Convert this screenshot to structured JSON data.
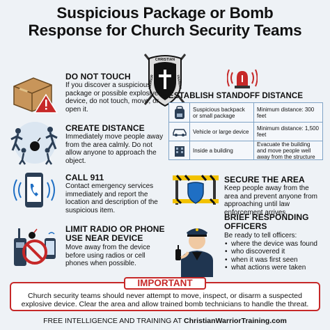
{
  "title": {
    "line1": "Suspicious Package or Bomb",
    "line2": "Response for Church Security Teams"
  },
  "logo": {
    "text_top": "CHRISTIAN",
    "text_left": "WARRIOR",
    "text_right": "TRAINING"
  },
  "sections": {
    "do_not_touch": {
      "title": "DO NOT TOUCH",
      "body": "If you discover a suspicious package or possible explosive device, do not touch, move, or open it."
    },
    "create_distance": {
      "title": "CREATE DISTANCE",
      "body": "Immediately move people away from the area calmly. Do not allow anyone to approach the object."
    },
    "call_911": {
      "title": "CALL 911",
      "body": "Contact emergency services immediately and report the location and description of the suspicious item."
    },
    "limit_radio": {
      "title_line1": "LIMIT RADIO OR PHONE",
      "title_line2": "USE NEAR DEVICE",
      "body": "Move away from the device before using radios or cell phones when possible."
    },
    "standoff": {
      "title": "ESTABLISH STANDOFF DISTANCE",
      "rows": [
        {
          "label": "Suspicious backpack or small package",
          "value": "Minimum distance: 300 feet",
          "icon": "backpack-icon"
        },
        {
          "label": "Vehicle or large device",
          "value": "Minimum distance: 1,500 feet",
          "icon": "car-icon"
        },
        {
          "label": "Inside a building",
          "value": "Evacuate the building and move people well away from the structure",
          "icon": "building-icon"
        }
      ]
    },
    "secure_area": {
      "title": "SECURE THE AREA",
      "body": "Keep people away from the area and prevent anyone from approaching until law enforcement arrives."
    },
    "brief_officers": {
      "title_line1": "BRIEF RESPONDING",
      "title_line2": "OFFICERS",
      "intro": "Be ready to tell officers:",
      "bullets": [
        "where the device was found",
        "who discovered it",
        "when it was first seen",
        "what actions were taken"
      ]
    }
  },
  "important": {
    "title": "IMPORTANT",
    "body": "Church security teams should never attempt to move, inspect, or disarm a suspected explosive device. Clear the area and allow trained bomb technicians to handle the threat."
  },
  "footer": {
    "prefix": "FREE INTELLIGENCE AND TRAINING AT ",
    "site": "ChristianWarriorTraining.com"
  },
  "colors": {
    "red": "#c62828",
    "navy": "#1f3550",
    "box_blue": "#7fa3c6"
  }
}
